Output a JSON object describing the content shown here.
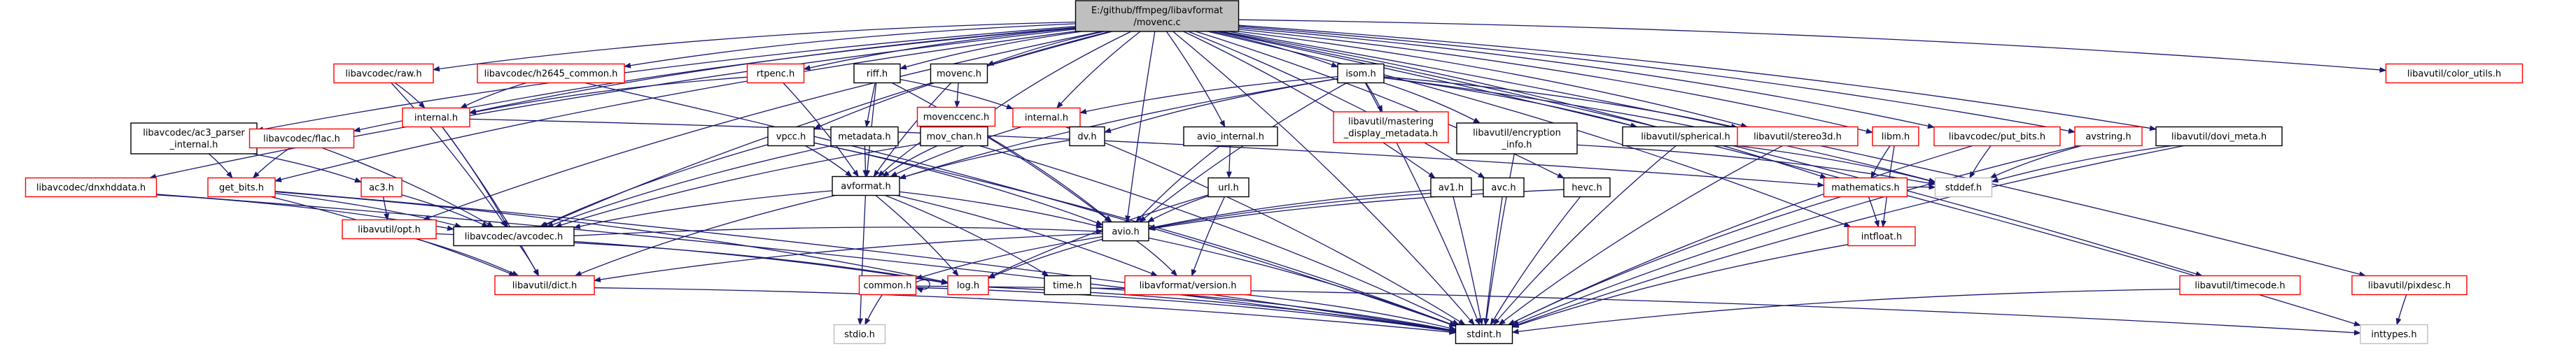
{
  "graph": {
    "root": "E:/github/ffmpeg/libavformat/movenc.c",
    "nodes": [
      {
        "id": "root",
        "lines": [
          "E:/github/ffmpeg/libavformat",
          "/movenc.c"
        ],
        "style": "root"
      },
      {
        "id": "dnxhd",
        "lines": [
          "libavcodec/dnxhddata.h"
        ],
        "style": "red"
      },
      {
        "id": "ac3p",
        "lines": [
          "libavcodec/ac3_parser",
          "_internal.h"
        ],
        "style": "black"
      },
      {
        "id": "getbits",
        "lines": [
          "get_bits.h"
        ],
        "style": "red"
      },
      {
        "id": "avraw",
        "lines": [
          "libavcodec/raw.h"
        ],
        "style": "red"
      },
      {
        "id": "avflac",
        "lines": [
          "libavcodec/flac.h"
        ],
        "style": "red"
      },
      {
        "id": "ac3h",
        "lines": [
          "ac3.h"
        ],
        "style": "red"
      },
      {
        "id": "opt",
        "lines": [
          "libavutil/opt.h"
        ],
        "style": "red"
      },
      {
        "id": "dict",
        "lines": [
          "libavutil/dict.h"
        ],
        "style": "red"
      },
      {
        "id": "h2645",
        "lines": [
          "libavcodec/h2645_common.h"
        ],
        "style": "red"
      },
      {
        "id": "internal1",
        "lines": [
          "internal.h"
        ],
        "style": "red"
      },
      {
        "id": "avcodec",
        "lines": [
          "libavcodec/avcodec.h"
        ],
        "style": "black"
      },
      {
        "id": "rtpenc",
        "lines": [
          "rtpenc.h"
        ],
        "style": "red"
      },
      {
        "id": "riff",
        "lines": [
          "riff.h"
        ],
        "style": "black"
      },
      {
        "id": "vpcc",
        "lines": [
          "vpcc.h"
        ],
        "style": "black"
      },
      {
        "id": "metadata",
        "lines": [
          "metadata.h"
        ],
        "style": "black"
      },
      {
        "id": "movchan",
        "lines": [
          "mov_chan.h"
        ],
        "style": "black"
      },
      {
        "id": "movenc",
        "lines": [
          "movenc.h"
        ],
        "style": "black"
      },
      {
        "id": "movenccenc",
        "lines": [
          "movenccenc.h"
        ],
        "style": "red"
      },
      {
        "id": "internal2",
        "lines": [
          "internal.h"
        ],
        "style": "red"
      },
      {
        "id": "dvh",
        "lines": [
          "dv.h"
        ],
        "style": "black"
      },
      {
        "id": "avformat",
        "lines": [
          "avformat.h"
        ],
        "style": "black"
      },
      {
        "id": "isom",
        "lines": [
          "isom.h"
        ],
        "style": "black"
      },
      {
        "id": "avioint",
        "lines": [
          "avio_internal.h"
        ],
        "style": "black"
      },
      {
        "id": "urlh",
        "lines": [
          "url.h"
        ],
        "style": "black"
      },
      {
        "id": "mastering",
        "lines": [
          "libavutil/mastering",
          "_display_metadata.h"
        ],
        "style": "red"
      },
      {
        "id": "encinfo",
        "lines": [
          "libavutil/encryption",
          "_info.h"
        ],
        "style": "black"
      },
      {
        "id": "spherical",
        "lines": [
          "libavutil/spherical.h"
        ],
        "style": "black"
      },
      {
        "id": "stereo3d",
        "lines": [
          "libavutil/stereo3d.h"
        ],
        "style": "red"
      },
      {
        "id": "av1",
        "lines": [
          "av1.h"
        ],
        "style": "black"
      },
      {
        "id": "avch",
        "lines": [
          "avc.h"
        ],
        "style": "black"
      },
      {
        "id": "hevc",
        "lines": [
          "hevc.h"
        ],
        "style": "black"
      },
      {
        "id": "avio",
        "lines": [
          "avio.h"
        ],
        "style": "black"
      },
      {
        "id": "common",
        "lines": [
          "common.h"
        ],
        "style": "red"
      },
      {
        "id": "logh",
        "lines": [
          "log.h"
        ],
        "style": "red"
      },
      {
        "id": "timeh",
        "lines": [
          "time.h"
        ],
        "style": "black"
      },
      {
        "id": "version",
        "lines": [
          "libavformat/version.h"
        ],
        "style": "red"
      },
      {
        "id": "stdio",
        "lines": [
          "stdio.h"
        ],
        "style": "gray"
      },
      {
        "id": "stdint",
        "lines": [
          "stdint.h"
        ],
        "style": "black"
      },
      {
        "id": "inttypes",
        "lines": [
          "inttypes.h"
        ],
        "style": "gray"
      },
      {
        "id": "mathematics",
        "lines": [
          "mathematics.h"
        ],
        "style": "red"
      },
      {
        "id": "intfloat",
        "lines": [
          "intfloat.h"
        ],
        "style": "red"
      },
      {
        "id": "stddef",
        "lines": [
          "stddef.h"
        ],
        "style": "gray"
      },
      {
        "id": "libm",
        "lines": [
          "libm.h"
        ],
        "style": "red"
      },
      {
        "id": "putbits",
        "lines": [
          "libavcodec/put_bits.h"
        ],
        "style": "red"
      },
      {
        "id": "avstring",
        "lines": [
          "avstring.h"
        ],
        "style": "red"
      },
      {
        "id": "dovi",
        "lines": [
          "libavutil/dovi_meta.h"
        ],
        "style": "black"
      },
      {
        "id": "colorutils",
        "lines": [
          "libavutil/color_utils.h"
        ],
        "style": "red"
      },
      {
        "id": "pixdesc",
        "lines": [
          "libavutil/pixdesc.h"
        ],
        "style": "red"
      },
      {
        "id": "timecode",
        "lines": [
          "libavutil/timecode.h"
        ],
        "style": "red"
      }
    ],
    "edges": [
      [
        "root",
        "dnxhd"
      ],
      [
        "root",
        "ac3p"
      ],
      [
        "root",
        "getbits"
      ],
      [
        "root",
        "avraw"
      ],
      [
        "root",
        "avflac"
      ],
      [
        "root",
        "h2645"
      ],
      [
        "root",
        "internal1"
      ],
      [
        "root",
        "rtpenc"
      ],
      [
        "root",
        "riff"
      ],
      [
        "root",
        "vpcc"
      ],
      [
        "root",
        "movenc"
      ],
      [
        "root",
        "movchan"
      ],
      [
        "root",
        "internal2"
      ],
      [
        "root",
        "avioint"
      ],
      [
        "root",
        "isom"
      ],
      [
        "root",
        "av1"
      ],
      [
        "root",
        "avch"
      ],
      [
        "root",
        "hevc"
      ],
      [
        "root",
        "avio"
      ],
      [
        "root",
        "libm"
      ],
      [
        "root",
        "putbits"
      ],
      [
        "root",
        "avstring"
      ],
      [
        "root",
        "dovi"
      ],
      [
        "root",
        "colorutils"
      ],
      [
        "root",
        "pixdesc"
      ],
      [
        "root",
        "timecode"
      ],
      [
        "root",
        "stereo3d"
      ],
      [
        "root",
        "intfloat"
      ],
      [
        "root",
        "inttypes"
      ],
      [
        "root",
        "opt"
      ],
      [
        "root",
        "mathematics"
      ],
      [
        "root",
        "avcodec"
      ],
      [
        "root",
        "stdint"
      ],
      [
        "dnxhd",
        "avcodec"
      ],
      [
        "dnxhd",
        "stdint"
      ],
      [
        "ac3p",
        "getbits"
      ],
      [
        "ac3p",
        "ac3h"
      ],
      [
        "getbits",
        "avcodec"
      ],
      [
        "getbits",
        "logh"
      ],
      [
        "getbits",
        "stdint"
      ],
      [
        "getbits",
        "dict"
      ],
      [
        "avraw",
        "internal1"
      ],
      [
        "avraw",
        "avcodec"
      ],
      [
        "avflac",
        "getbits"
      ],
      [
        "avflac",
        "avcodec"
      ],
      [
        "ac3h",
        "opt"
      ],
      [
        "ac3h",
        "avcodec"
      ],
      [
        "h2645",
        "internal1"
      ],
      [
        "h2645",
        "stdint"
      ],
      [
        "internal1",
        "avcodec"
      ],
      [
        "internal1",
        "dict"
      ],
      [
        "internal1",
        "mathematics"
      ],
      [
        "opt",
        "dict"
      ],
      [
        "opt",
        "logh"
      ],
      [
        "avcodec",
        "dict"
      ],
      [
        "avcodec",
        "logh"
      ],
      [
        "avcodec",
        "avio"
      ],
      [
        "dict",
        "stdint"
      ],
      [
        "rtpenc",
        "avformat"
      ],
      [
        "rtpenc",
        "internal1"
      ],
      [
        "riff",
        "metadata"
      ],
      [
        "riff",
        "avformat"
      ],
      [
        "riff",
        "internal2"
      ],
      [
        "riff",
        "avio"
      ],
      [
        "vpcc",
        "avcodec"
      ],
      [
        "vpcc",
        "avformat"
      ],
      [
        "vpcc",
        "avio"
      ],
      [
        "vpcc",
        "stdint"
      ],
      [
        "metadata",
        "avformat"
      ],
      [
        "metadata",
        "avcodec"
      ],
      [
        "movchan",
        "avformat"
      ],
      [
        "movchan",
        "avcodec"
      ],
      [
        "movchan",
        "stdint"
      ],
      [
        "movenc",
        "movenccenc"
      ],
      [
        "movenc",
        "avformat"
      ],
      [
        "movenccenc",
        "avformat"
      ],
      [
        "movenccenc",
        "avio"
      ],
      [
        "internal2",
        "avformat"
      ],
      [
        "internal2",
        "stdint"
      ],
      [
        "dvh",
        "avformat"
      ],
      [
        "isom",
        "dvh"
      ],
      [
        "isom",
        "internal2"
      ],
      [
        "isom",
        "avformat"
      ],
      [
        "isom",
        "avio"
      ],
      [
        "isom",
        "mastering"
      ],
      [
        "isom",
        "encinfo"
      ],
      [
        "isom",
        "spherical"
      ],
      [
        "isom",
        "stereo3d"
      ],
      [
        "isom",
        "stdint"
      ],
      [
        "isom",
        "stddef"
      ],
      [
        "avioint",
        "avio"
      ],
      [
        "avioint",
        "urlh"
      ],
      [
        "urlh",
        "avio"
      ],
      [
        "urlh",
        "version"
      ],
      [
        "urlh",
        "logh"
      ],
      [
        "encinfo",
        "stdint"
      ],
      [
        "encinfo",
        "stddef"
      ],
      [
        "spherical",
        "stddef"
      ],
      [
        "spherical",
        "stdint"
      ],
      [
        "stereo3d",
        "stdint"
      ],
      [
        "avformat",
        "avcodec"
      ],
      [
        "avformat",
        "avio"
      ],
      [
        "avformat",
        "logh"
      ],
      [
        "avformat",
        "timeh"
      ],
      [
        "avformat",
        "version"
      ],
      [
        "avformat",
        "stdio"
      ],
      [
        "avformat",
        "dict"
      ],
      [
        "av1",
        "avio"
      ],
      [
        "av1",
        "stdint"
      ],
      [
        "avch",
        "avio"
      ],
      [
        "avch",
        "stdint"
      ],
      [
        "hevc",
        "avio"
      ],
      [
        "hevc",
        "stdint"
      ],
      [
        "avio",
        "common"
      ],
      [
        "avio",
        "logh"
      ],
      [
        "avio",
        "dict"
      ],
      [
        "avio",
        "version"
      ],
      [
        "avio",
        "stdint"
      ],
      [
        "common",
        "common"
      ],
      [
        "common",
        "stdio"
      ],
      [
        "common",
        "stdint"
      ],
      [
        "common",
        "inttypes"
      ],
      [
        "logh",
        "stdint"
      ],
      [
        "timeh",
        "stdint"
      ],
      [
        "version",
        "stdint"
      ],
      [
        "mathematics",
        "intfloat"
      ],
      [
        "mathematics",
        "stdint"
      ],
      [
        "mathematics",
        "stddef"
      ],
      [
        "intfloat",
        "stdint"
      ],
      [
        "libm",
        "mathematics"
      ],
      [
        "libm",
        "intfloat"
      ],
      [
        "putbits",
        "stddef"
      ],
      [
        "putbits",
        "stdint"
      ],
      [
        "avstring",
        "stddef"
      ],
      [
        "avstring",
        "stdint"
      ],
      [
        "dovi",
        "stddef"
      ],
      [
        "dovi",
        "stdint"
      ],
      [
        "pixdesc",
        "inttypes"
      ],
      [
        "timecode",
        "stdint"
      ]
    ]
  },
  "colors": {
    "edge": "#191970",
    "root_fill": "#bfbfbf",
    "node_fill": "#ffffff",
    "black_stroke": "#000000",
    "red_stroke": "#ff0000",
    "gray_stroke": "#bfbfbf",
    "text": "#000000"
  }
}
